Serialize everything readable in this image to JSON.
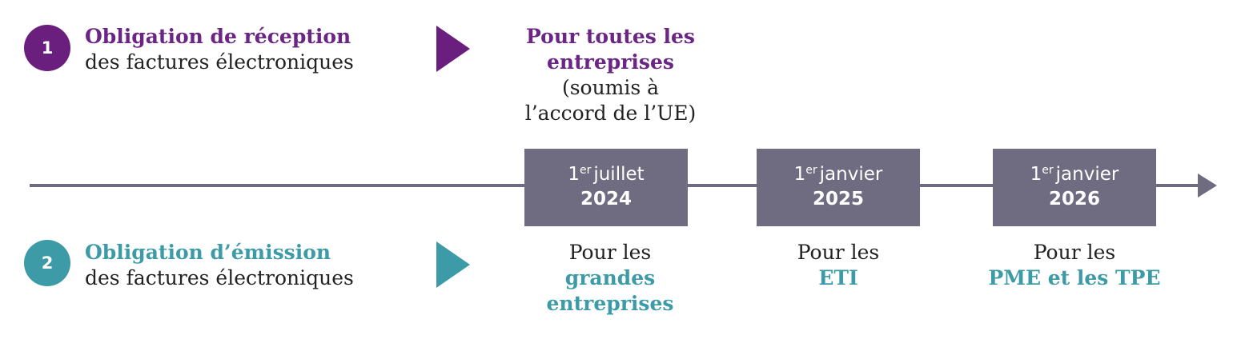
{
  "colors": {
    "purple": "#6a1f7e",
    "teal": "#3c9ba6",
    "milestone_bg": "#6f6c82"
  },
  "obligations": [
    {
      "number": "1",
      "title": "Obligation de réception",
      "subtitle": "des factures électroniques"
    },
    {
      "number": "2",
      "title": "Obligation d’émission",
      "subtitle": "des factures électroniques"
    }
  ],
  "reception_note": {
    "line1": "Pour toutes les",
    "line2": "entreprises",
    "line3": "(soumis à",
    "line4": "l’accord de l’UE)"
  },
  "milestones": [
    {
      "ordinal": "1",
      "sup": "er",
      "month": "juillet",
      "year": "2024"
    },
    {
      "ordinal": "1",
      "sup": "er",
      "month": "janvier",
      "year": "2025"
    },
    {
      "ordinal": "1",
      "sup": "er",
      "month": "janvier",
      "year": "2026"
    }
  ],
  "emission_targets": [
    {
      "prefix": "Pour les",
      "line1": "grandes",
      "line2": "entreprises"
    },
    {
      "prefix": "Pour les",
      "line1": "ETI"
    },
    {
      "prefix": "Pour les",
      "line1": "PME et les TPE"
    }
  ]
}
